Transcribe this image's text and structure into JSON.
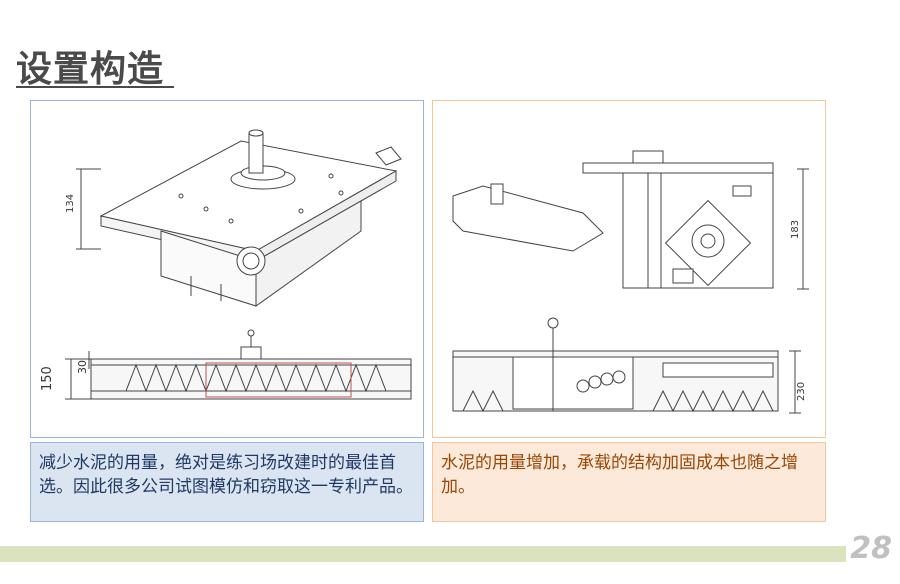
{
  "title": "设置构造",
  "left_panel": {
    "caption": "减少水泥的用量，绝对是练习场改建时的最佳首选。因此很多公司试图模仿和窃取这一专利产品。",
    "dim_top": "134",
    "dim_section_a": "30",
    "dim_section_b": "150"
  },
  "right_panel": {
    "caption": "水泥的用量增加，承载的结构加固成本也随之增加。",
    "dim_top": "183",
    "dim_section": "230"
  },
  "page_number": "28"
}
